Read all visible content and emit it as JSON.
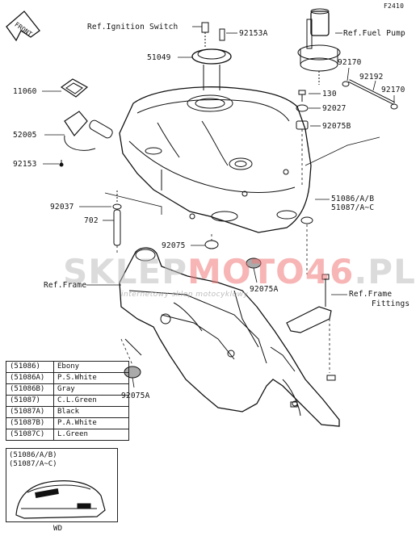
{
  "page_code": "F2410",
  "front_arrow": "FRONT",
  "watermark": {
    "text_a": "SKLEP",
    "text_b": "MOTO",
    "text_c": "46",
    "text_d": ".PL",
    "subtitle": "internetowy sklep motocyklowy"
  },
  "labels": {
    "ref_ignition": "Ref.Ignition Switch",
    "p92153A": "92153A",
    "ref_fuel_pump": "Ref.Fuel Pump",
    "p51049": "51049",
    "p92170a": "92170",
    "p92192": "92192",
    "p92170b": "92170",
    "p11060": "11060",
    "p130": "130",
    "p92027": "92027",
    "p52005": "52005",
    "p92075B": "92075B",
    "p92153": "92153",
    "p92037": "92037",
    "p702": "702",
    "p51086": "51086/A/B",
    "p51087": "51087/A~C",
    "p92075": "92075",
    "p92075A_a": "92075A",
    "ref_frame": "Ref.Frame",
    "ref_frame_fittings_1": "Ref.Frame",
    "ref_frame_fittings_2": "Fittings",
    "p92075A_b": "92075A"
  },
  "color_table": [
    {
      "code": "(51086)",
      "name": "Ebony"
    },
    {
      "code": "(51086A)",
      "name": "P.S.White"
    },
    {
      "code": "(51086B)",
      "name": "Gray"
    },
    {
      "code": "(51087)",
      "name": "C.L.Green"
    },
    {
      "code": "(51087A)",
      "name": "Black"
    },
    {
      "code": "(51087B)",
      "name": "P.A.White"
    },
    {
      "code": "(51087C)",
      "name": "L.Green"
    }
  ],
  "wd_box": {
    "line1": "(51086/A/B)",
    "line2": "(51087/A~C)",
    "caption": "WD"
  }
}
